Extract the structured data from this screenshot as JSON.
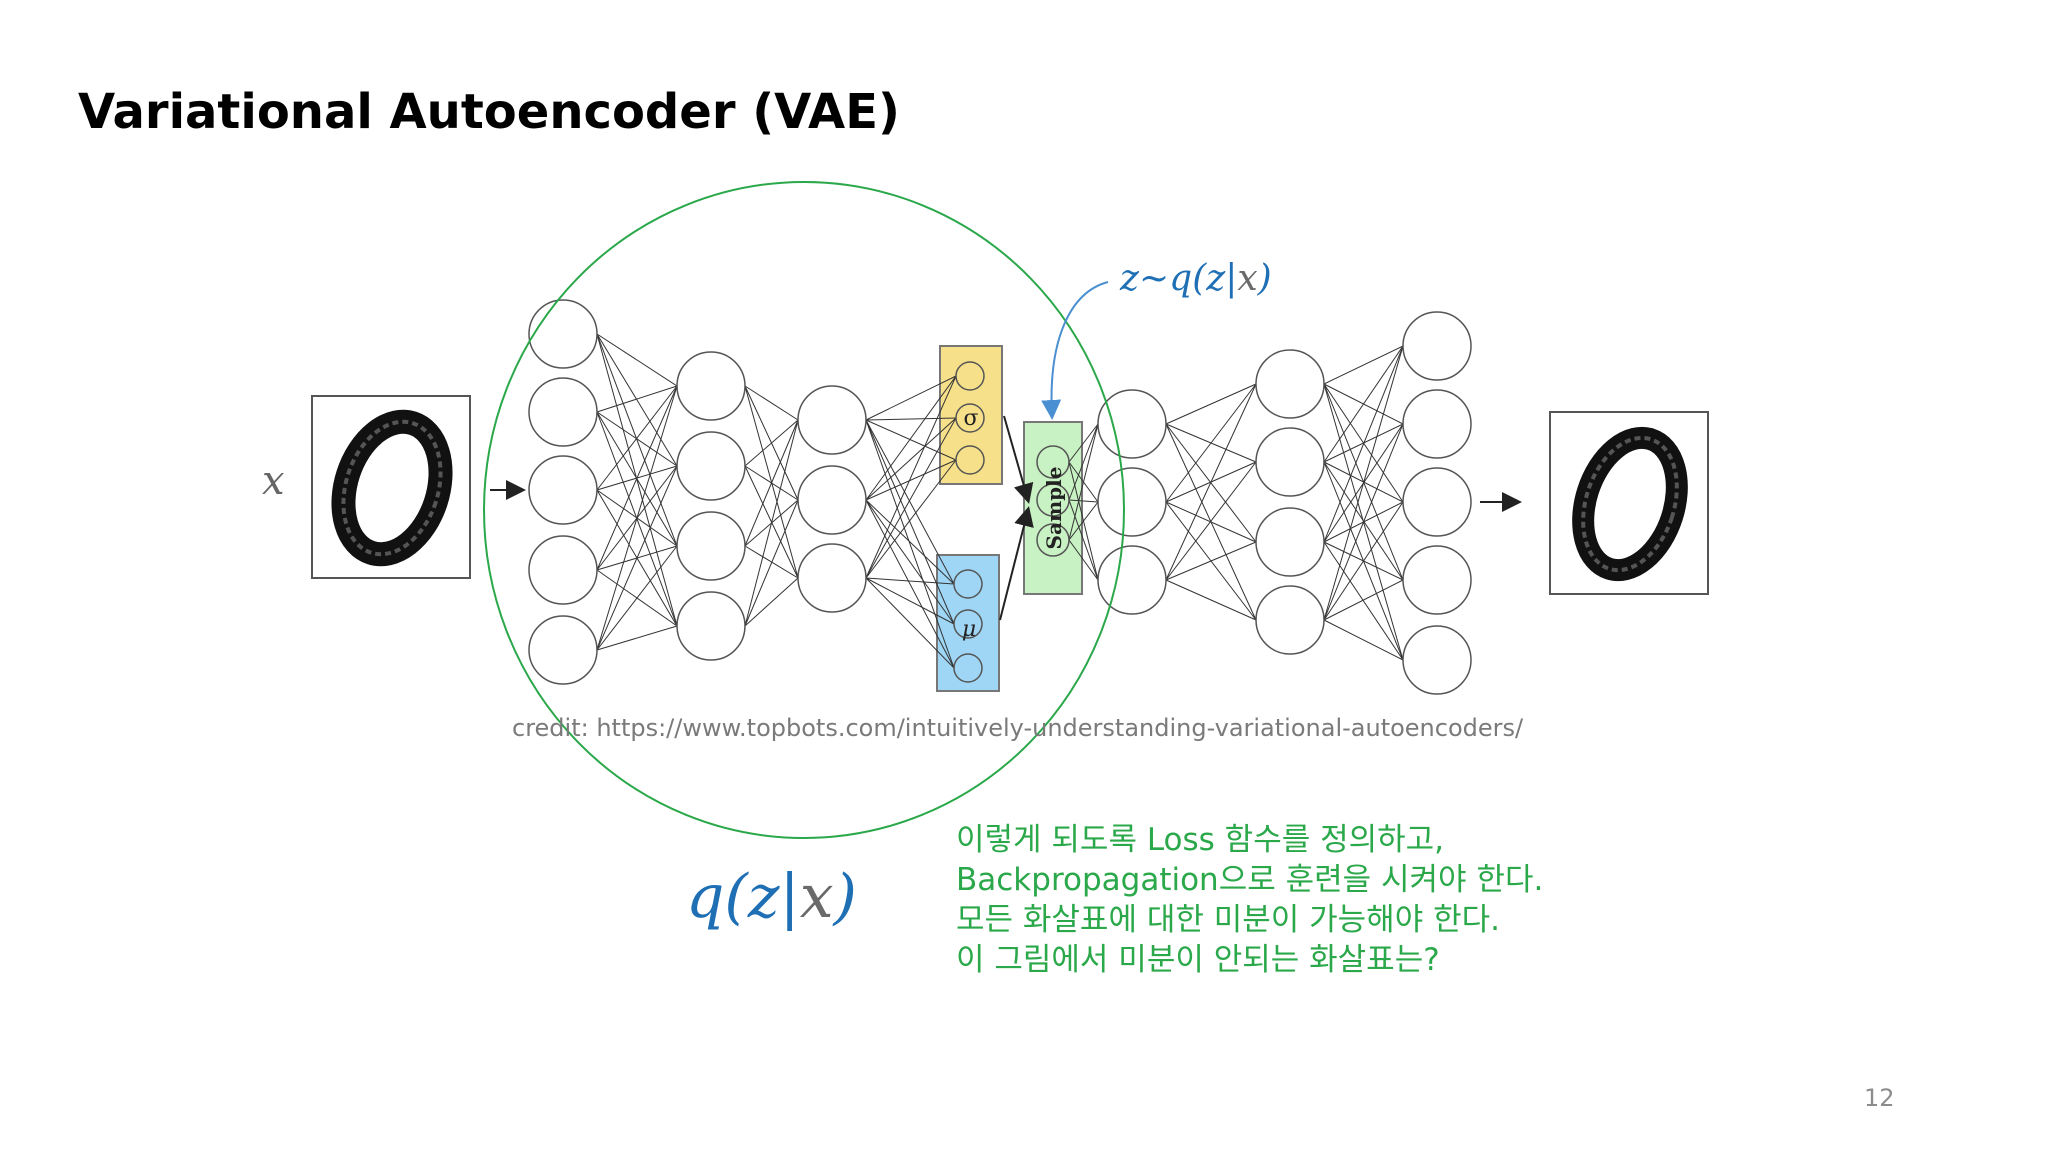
{
  "slide": {
    "title": "Variational Autoencoder (VAE)",
    "page_number": "12"
  },
  "diagram": {
    "input_label": "x",
    "sigma_symbol": "σ",
    "mu_symbol": "μ",
    "sample_label": "Sample",
    "credit": "credit: https://www.topbots.com/intuitively-understanding-variational-autoencoders/",
    "colors": {
      "sigma_box": "#f6e08a",
      "mu_box": "#9fd6f5",
      "sample_box": "#c9f2c4",
      "encoder_circle": "#2aa84a",
      "annotation_blue": "#1f6fb5"
    }
  },
  "annotations": {
    "z_sample": {
      "z": "z",
      "tilde": "~",
      "q": "q",
      "open": "(",
      "z2": "z",
      "bar": "|",
      "x": "x",
      "close": ")"
    },
    "encoder": {
      "q": "q",
      "open": "(",
      "z": "z",
      "bar": "|",
      "x": "x",
      "close": ")"
    }
  },
  "note": {
    "lines": [
      "이렇게 되도록 Loss 함수를 정의하고,",
      "Backpropagation으로 훈련을 시켜야 한다.",
      "모든 화살표에 대한 미분이 가능해야 한다.",
      "이 그림에서 미분이 안되는 화살표는?"
    ]
  }
}
